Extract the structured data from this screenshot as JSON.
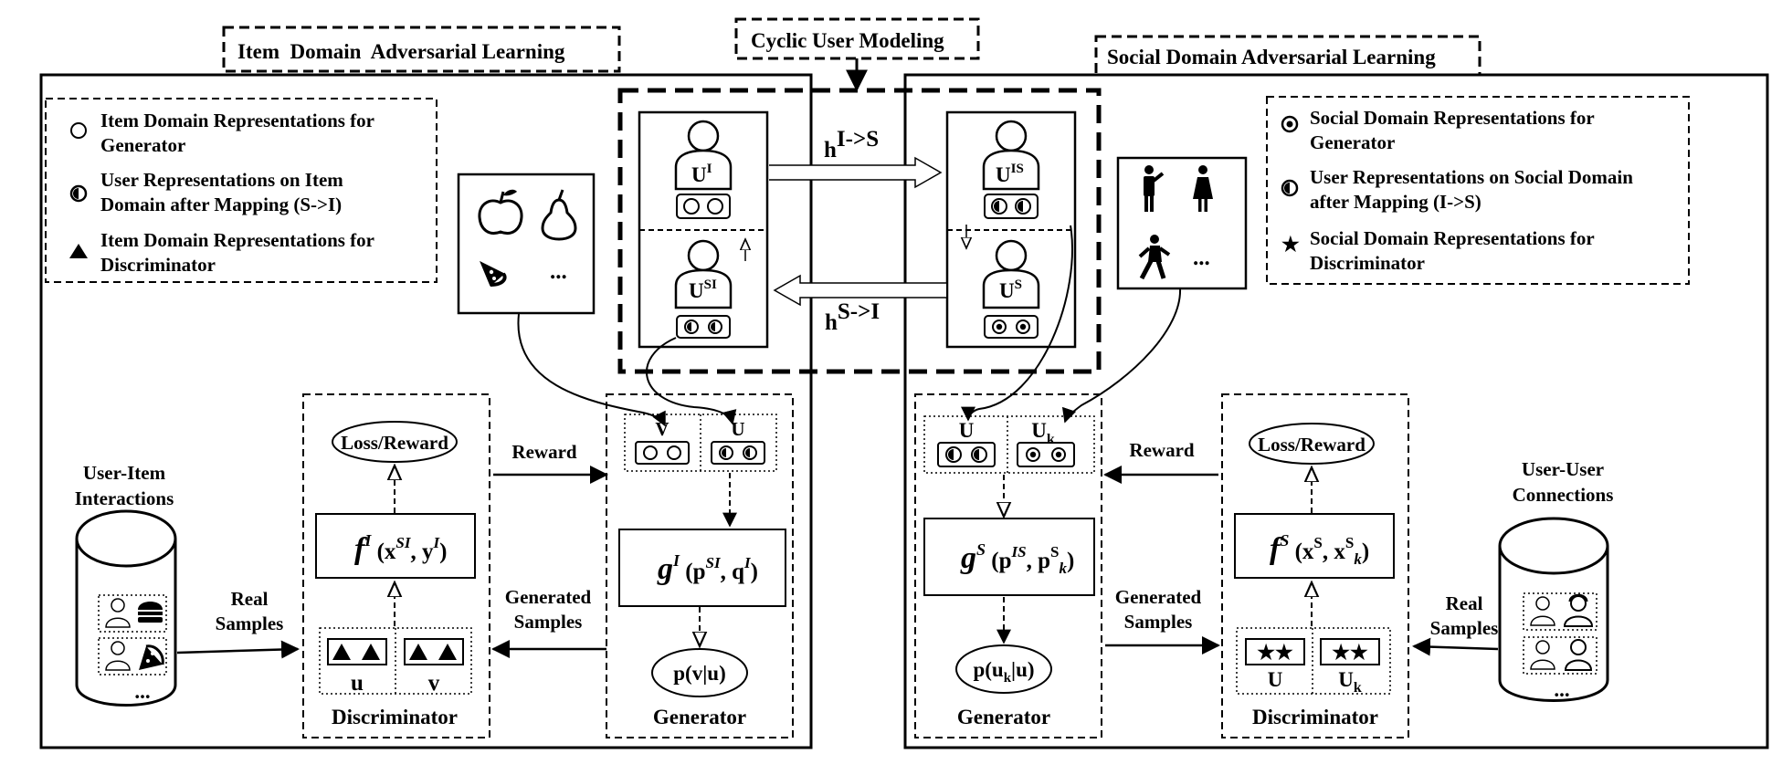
{
  "titles": {
    "item_domain": "Item  Domain  Adversarial Learning",
    "cyclic": "Cyclic User Modeling",
    "social_domain": "Social Domain Adversarial Learning"
  },
  "legend_item": {
    "row1_line1": "Item Domain Representations for",
    "row1_line2": "Generator",
    "row2_line1": "User Representations on Item",
    "row2_line2": "Domain after Mapping (S->I)",
    "row3_line1": "Item Domain Representations for",
    "row3_line2": "Discriminator"
  },
  "legend_social": {
    "row1_line1": "Social Domain Representations for",
    "row1_line2": "Generator",
    "row2_line1": "User Representations on Social Domain",
    "row2_line2": "after Mapping (I->S)",
    "row3_line1": "Social Domain Representations for",
    "row3_line2": "Discriminator"
  },
  "cyclic": {
    "h_is_base": "h",
    "h_is_sup": "I->S",
    "h_si_base": "h",
    "h_si_sup": "S->I",
    "ui_base": "U",
    "ui_sup": "I",
    "usi_base": "U",
    "usi_sup": "SI",
    "uis_base": "U",
    "uis_sup": "IS",
    "us_base": "U",
    "us_sup": "S"
  },
  "item_side": {
    "ellipsis": "...",
    "db_title_line1": "User-Item",
    "db_title_line2": "Interactions",
    "db_ellipsis": "...",
    "real_samples_line1": "Real",
    "real_samples_line2": "Samples",
    "loss_reward": "Loss/Reward",
    "reward": "Reward",
    "generated_line1": "Generated",
    "generated_line2": "Samples",
    "disc_func_f": "f",
    "disc_func_sup": "I",
    "disc_func_args_a": " (x",
    "disc_func_args_sup1": "SI",
    "disc_func_args_b": ", y",
    "disc_func_args_sup2": "I",
    "disc_func_args_c": ")",
    "disc_u": "u",
    "disc_v": "v",
    "discriminator": "Discriminator",
    "gen_v": "V",
    "gen_u": "U",
    "gen_func_g": "g",
    "gen_func_sup": "I",
    "gen_func_args_a": " (p",
    "gen_func_args_sup1": "SI",
    "gen_func_args_b": ", q",
    "gen_func_args_sup2": "I",
    "gen_func_args_c": ")",
    "gen_prob": "p(v|u)",
    "generator": "Generator"
  },
  "social_side": {
    "ellipsis": "...",
    "db_title_line1": "User-User",
    "db_title_line2": "Connections",
    "db_ellipsis": "...",
    "real_samples_line1": "Real",
    "real_samples_line2": "Samples",
    "loss_reward": "Loss/Reward",
    "reward": "Reward",
    "generated_line1": "Generated",
    "generated_line2": "Samples",
    "gen_u": "U",
    "gen_uk_base": "U",
    "gen_uk_sub": "k",
    "gen_func_g": "g",
    "gen_func_sup": "S",
    "gen_func_args_a": " (p",
    "gen_func_args_sup1": "IS",
    "gen_func_args_b": ", p",
    "gen_func_args_sup2": "S",
    "gen_func_args_sub2": "k",
    "gen_func_args_c": ")",
    "gen_prob_a": "p(u",
    "gen_prob_sub": "k",
    "gen_prob_b": "|u)",
    "generator": "Generator",
    "disc_func_f": "f",
    "disc_func_sup": "S",
    "disc_func_args_a": " (x",
    "disc_func_args_sup1": "S",
    "disc_func_args_b": ", x",
    "disc_func_args_sup2": "S",
    "disc_func_args_sub2": "k",
    "disc_func_args_c": ")",
    "disc_u": "U",
    "disc_uk_base": "U",
    "disc_uk_sub": "k",
    "discriminator": "Discriminator"
  }
}
